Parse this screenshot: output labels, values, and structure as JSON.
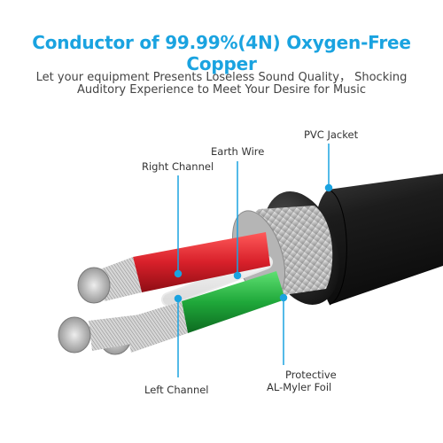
{
  "header": {
    "title": "Conductor of 99.99%(4N) Oxygen-Free Copper",
    "subtitle_line1": "Let your equipment Presents Loseless Sound Quality， Shocking",
    "subtitle_line2": "Auditory Experience to Meet Your Desire for Music"
  },
  "labels": {
    "pvc_jacket": "PVC Jacket",
    "earth_wire": "Earth Wire",
    "right_channel": "Right Channel",
    "left_channel": "Left Channel",
    "protective_line1": "Protective",
    "protective_line2": "AL-Myler Foil"
  },
  "colors": {
    "accent": "#1aa3e0",
    "jacket": "#1c1c1c",
    "red_wire": "#d8202a",
    "green_wire": "#1fa83a",
    "foil": "#c9c9c9",
    "copper_strands": "#a8a8a8"
  }
}
